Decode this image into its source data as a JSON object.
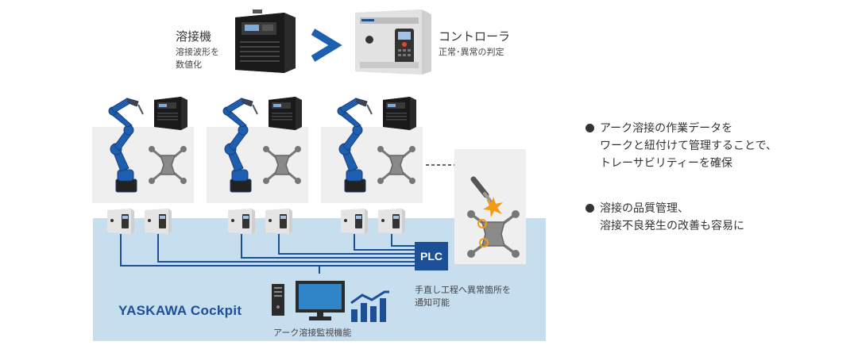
{
  "top": {
    "welder_title": "溶接機",
    "welder_desc_1": "溶接波形を",
    "welder_desc_2": "数値化",
    "controller_title": "コントローラ",
    "controller_desc": "正常･異常の判定"
  },
  "system": {
    "plc_label": "PLC",
    "notify_1": "手直し工程へ異常箇所を",
    "notify_2": "通知可能",
    "cockpit_label": "YASKAWA Cockpit",
    "monitor_caption": "アーク溶接監視機能"
  },
  "bullets": [
    {
      "lines": [
        "アーク溶接の作業データを",
        "ワークと紐付けて管理することで、",
        "トレーサビリティーを確保"
      ]
    },
    {
      "lines": [
        "溶接の品質管理、",
        "溶接不良発生の改善も容易に"
      ]
    }
  ],
  "colors": {
    "accent_blue": "#1d4f96",
    "light_blue": "#c7deef",
    "robot_blue": "#1f5fb0",
    "cell_gray": "#efefef"
  },
  "icons": [
    "welder-machine-icon",
    "arrow-right-icon",
    "controller-cabinet-icon",
    "robot-arm-icon",
    "workpiece-icon",
    "pc-tower-icon",
    "monitor-icon",
    "chart-analytics-icon",
    "welding-torch-icon",
    "spark-icon"
  ]
}
